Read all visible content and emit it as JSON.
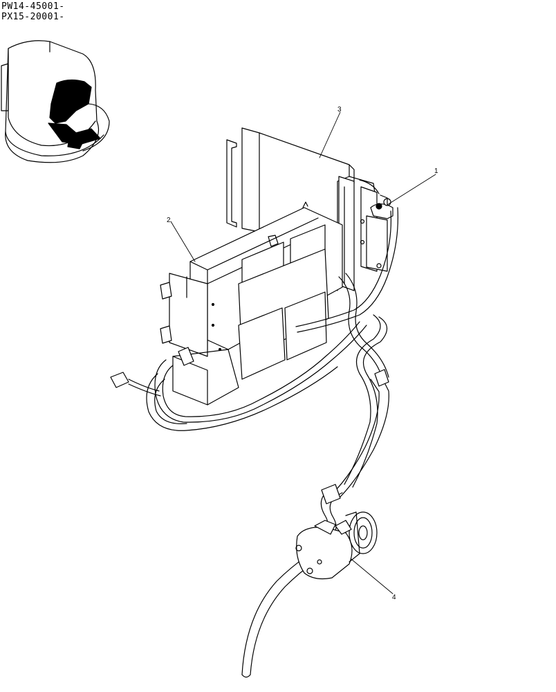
{
  "header": {
    "codes": [
      "PW14-45001-",
      "PX15-20001-"
    ]
  },
  "callouts": [
    {
      "id": "1",
      "label": "1"
    },
    {
      "id": "2",
      "label": "2"
    },
    {
      "id": "3",
      "label": "3"
    },
    {
      "id": "4",
      "label": "4"
    }
  ]
}
